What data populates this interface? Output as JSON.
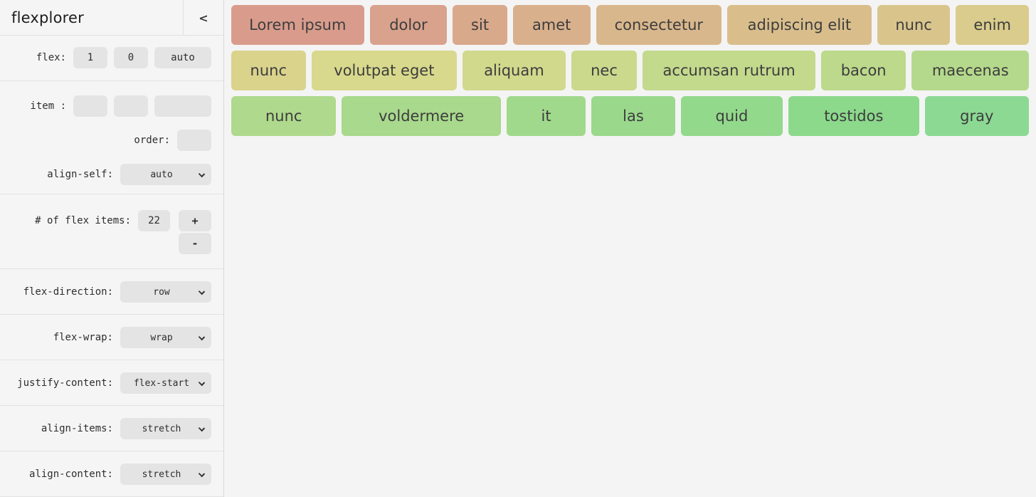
{
  "app": {
    "title": "flexplorer",
    "collapse_icon": "<"
  },
  "sidebar": {
    "flex_label": "flex:",
    "flex_values": [
      "1",
      "0",
      "auto"
    ],
    "item_label": "item :",
    "item_values": [
      "",
      "",
      ""
    ],
    "order_label": "order:",
    "order_value": "",
    "align_self": {
      "label": "align-self:",
      "value": "auto"
    },
    "count": {
      "label": "# of flex items:",
      "value": "22",
      "increment_label": "+",
      "decrement_label": "-"
    },
    "selects": [
      {
        "label": "flex-direction:",
        "value": "row"
      },
      {
        "label": "flex-wrap:",
        "value": "wrap"
      },
      {
        "label": "justify-content:",
        "value": "flex-start"
      },
      {
        "label": "align-items:",
        "value": "stretch"
      },
      {
        "label": "align-content:",
        "value": "stretch"
      }
    ]
  },
  "colors": {
    "page_background": "#f4f4f4",
    "control_background": "#e4e4e4",
    "divider": "#e2e2e2",
    "item_text": "#3d3d3d"
  },
  "flex_items": [
    {
      "label": "Lorem ipsum",
      "color": "#d99c8c",
      "basis": 184
    },
    {
      "label": "dolor",
      "color": "#d9a28c",
      "basis": 106
    },
    {
      "label": "sit",
      "color": "#d9a98c",
      "basis": 74
    },
    {
      "label": "amet",
      "color": "#d9b08c",
      "basis": 106
    },
    {
      "label": "consectetur",
      "color": "#d9b78c",
      "basis": 174
    },
    {
      "label": "adipiscing elit",
      "color": "#d9be8c",
      "basis": 200
    },
    {
      "label": "nunc",
      "color": "#d9c58c",
      "basis": 100
    },
    {
      "label": "enim",
      "color": "#d9cc8c",
      "basis": 100
    },
    {
      "label": "nunc",
      "color": "#d9d38c",
      "basis": 102
    },
    {
      "label": "volutpat eget",
      "color": "#d8d98c",
      "basis": 202
    },
    {
      "label": "aliquam",
      "color": "#d1d98c",
      "basis": 142
    },
    {
      "label": "nec",
      "color": "#cad98c",
      "basis": 90
    },
    {
      "label": "accumsan rutrum",
      "color": "#c3d98c",
      "basis": 240
    },
    {
      "label": "bacon",
      "color": "#bcd98c",
      "basis": 117
    },
    {
      "label": "maecenas",
      "color": "#b5d98c",
      "basis": 162
    },
    {
      "label": "nunc",
      "color": "#afd98c",
      "basis": 144
    },
    {
      "label": "voldermere",
      "color": "#a8d98c",
      "basis": 220
    },
    {
      "label": "it",
      "color": "#a1d98c",
      "basis": 108
    },
    {
      "label": "las",
      "color": "#9ad98c",
      "basis": 114
    },
    {
      "label": "quid",
      "color": "#93d98c",
      "basis": 140
    },
    {
      "label": "tostidos",
      "color": "#8cd98c",
      "basis": 180
    },
    {
      "label": "gray",
      "color": "#8cd993",
      "basis": 143
    }
  ]
}
